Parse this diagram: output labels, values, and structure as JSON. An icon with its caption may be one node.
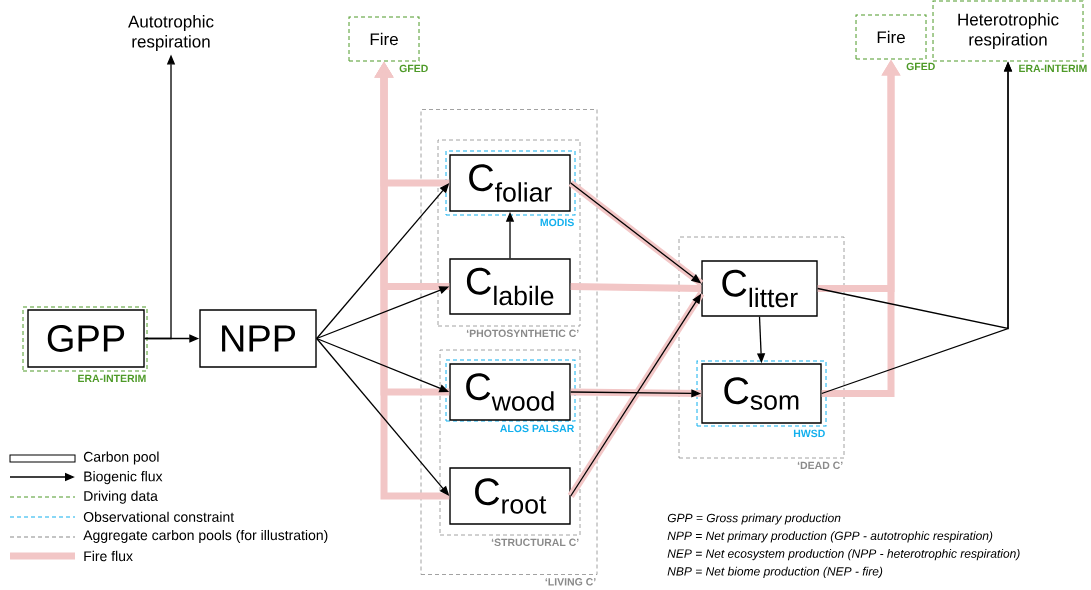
{
  "diagram": {
    "nodes": [
      {
        "text": [
          "Autotrophic respiration"
        ]
      },
      {
        "text": [
          "Fire"
        ],
        "beside": [
          "GFED"
        ]
      },
      {
        "text": [
          "Fire"
        ],
        "beside": [
          "GFED"
        ]
      },
      {
        "text": [
          "Heterotrophic respiration"
        ],
        "beside": [
          "ERA-INTERIM"
        ]
      },
      {
        "text": [
          "‘LIVING C’"
        ]
      },
      {
        "text": [
          "‘PHOTOSYNTHETIC C’"
        ],
        "in": 4
      },
      {
        "text": [
          "MODIS"
        ],
        "in": 5
      },
      {
        "text": [
          "C$_{foliar}$"
        ],
        "in": 6
      },
      {
        "text": [
          "C$_{labile}$"
        ],
        "in": 5
      },
      {
        "text": [
          "ERA-INTERIM"
        ]
      },
      {
        "text": [
          "GPP"
        ],
        "in": 9
      },
      {
        "text": [
          "NPP"
        ]
      },
      {
        "text": [
          "‘DEAD C’"
        ]
      },
      {
        "text": [
          "C$_{litter}$"
        ],
        "in": 12
      },
      {
        "text": [
          "HWSD"
        ],
        "in": 12
      },
      {
        "text": [
          "C$_{som}$"
        ],
        "in": 14
      },
      {
        "text": [
          "‘STRUCTURAL C’"
        ],
        "in": 4
      },
      {
        "text": [
          "ALOS PALSAR"
        ],
        "in": 16
      },
      {
        "text": [
          "C$_{wood}$"
        ],
        "in": 17
      },
      {
        "text": [
          "C$_{root}$"
        ],
        "in": 16
      }
    ],
    "edges": [
      {
        "from": 10,
        "to": 11,
        "arrow": "to"
      },
      {
        "from": 10,
        "to": 0,
        "arrow": "to"
      },
      {
        "from": 11,
        "to": 7,
        "arrow": "to"
      },
      {
        "from": 11,
        "to": 8,
        "arrow": "to"
      },
      {
        "from": 11,
        "to": 18,
        "arrow": "to"
      },
      {
        "from": 11,
        "to": 19,
        "arrow": "to"
      },
      {
        "from": 8,
        "to": 7,
        "arrow": "to"
      },
      {
        "from": 7,
        "to": 13,
        "arrow": "to"
      },
      {
        "from": 19,
        "to": 13,
        "arrow": "to"
      },
      {
        "from": 18,
        "to": 15,
        "arrow": "to"
      },
      {
        "from": 13,
        "to": 15,
        "arrow": "to"
      },
      {
        "from": 13,
        "to": 3,
        "arrow": "to"
      },
      {
        "from": 15,
        "to": 3,
        "arrow": "to"
      },
      {
        "from": 7,
        "to": 1,
        "arrow": "to",
        "style": "thick",
        "color": "#f2c6c6"
      },
      {
        "from": 8,
        "to": 1,
        "arrow": "to",
        "style": "thick",
        "color": "#f2c6c6"
      },
      {
        "from": 18,
        "to": 1,
        "arrow": "to",
        "style": "thick",
        "color": "#f2c6c6"
      },
      {
        "from": 19,
        "to": 1,
        "arrow": "to",
        "style": "thick",
        "color": "#f2c6c6"
      },
      {
        "from": 13,
        "to": 2,
        "arrow": "to",
        "style": "thick",
        "color": "#f2c6c6"
      },
      {
        "from": 15,
        "to": 2,
        "arrow": "to",
        "style": "thick",
        "color": "#f2c6c6"
      },
      {
        "from": 7,
        "to": 13,
        "arrow": "none",
        "style": "thick",
        "color": "#f2c6c6"
      },
      {
        "from": 8,
        "to": 13,
        "arrow": "none",
        "style": "thick",
        "color": "#f2c6c6"
      },
      {
        "from": 18,
        "to": 15,
        "arrow": "none",
        "style": "thick",
        "color": "#f2c6c6"
      },
      {
        "from": 19,
        "to": 13,
        "arrow": "none",
        "style": "thick",
        "color": "#f2c6c6"
      }
    ],
    "labels": [
      "GPP = Gross primary production",
      "NPP = Net primary production (GPP - autotrophic respiration)",
      "NEP = Net ecosystem production (NPP - heterotrophic respiration)",
      "NBP = Net biome production (NEP - fire)"
    ],
    "legend": [
      {
        "text": "Carbon pool"
      },
      {
        "text": "Biogenic flux"
      },
      {
        "text": "Driving data"
      },
      {
        "text": "Observational constraint"
      },
      {
        "text": "Aggregate carbon pools (for illustration)"
      },
      {
        "text": "Fire flux"
      }
    ]
  }
}
